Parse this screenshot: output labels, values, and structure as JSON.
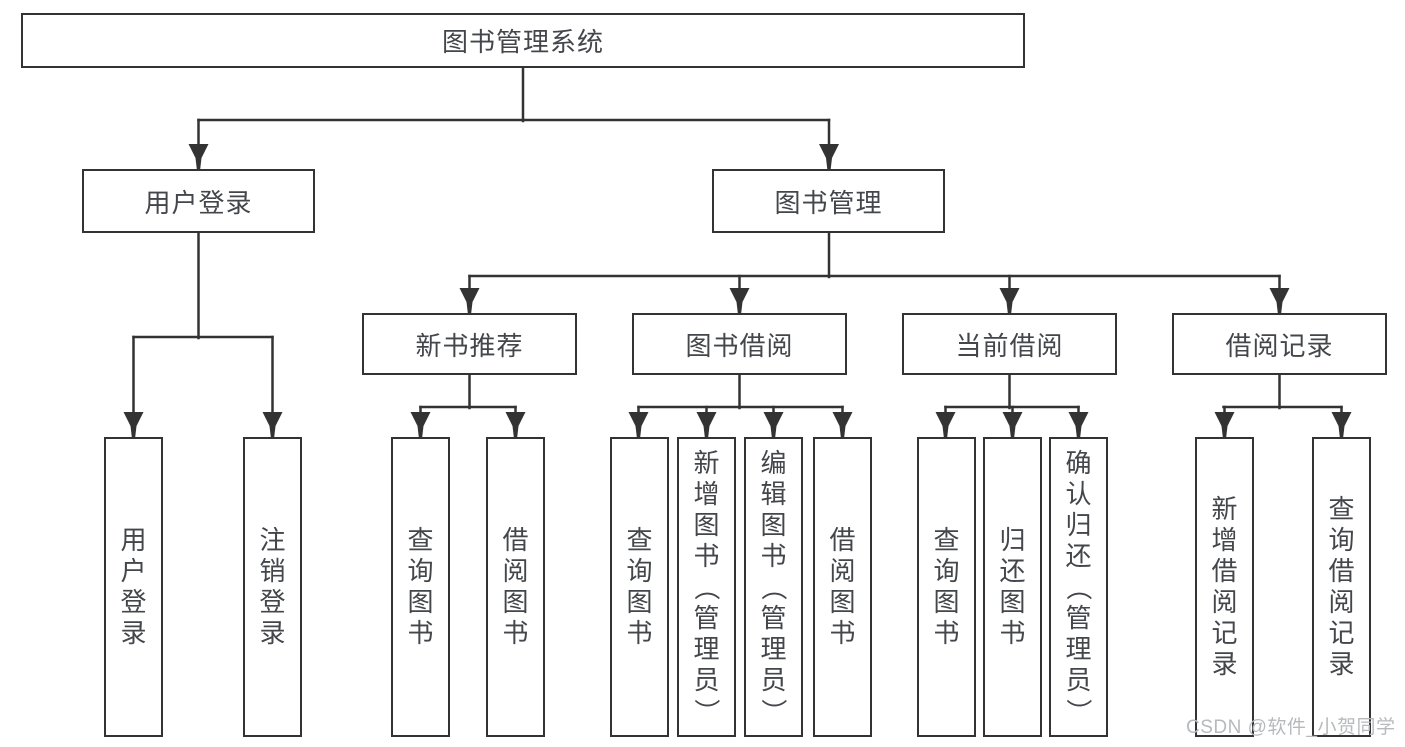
{
  "diagram": {
    "title": "图书管理系统",
    "colors": {
      "line": "#333333",
      "text": "#43464b",
      "watermark": "#b7babd",
      "background": "#ffffff"
    },
    "nodes": {
      "root": "图书管理系统",
      "user_login": "用户登录",
      "book_mgmt": "图书管理",
      "new_book_rec": "新书推荐",
      "book_borrow": "图书借阅",
      "current_borrow": "当前借阅",
      "borrow_records": "借阅记录",
      "leaf_user_login": "用户登录",
      "leaf_logout": "注销登录",
      "leaf_query_book_rec": "查询图书",
      "leaf_borrow_book_rec": "借阅图书",
      "leaf_query_book_borrow": "查询图书",
      "leaf_add_book_admin": "新增图书（管理员）",
      "leaf_edit_book_admin": "编辑图书（管理员）",
      "leaf_borrow_book_borrow": "借阅图书",
      "leaf_query_book_current": "查询图书",
      "leaf_return_book": "归还图书",
      "leaf_confirm_return_admin": "确认归还（管理员）",
      "leaf_add_borrow_record": "新增借阅记录",
      "leaf_query_borrow_record": "查询借阅记录"
    }
  },
  "watermark": "CSDN @软件_小贺同学"
}
